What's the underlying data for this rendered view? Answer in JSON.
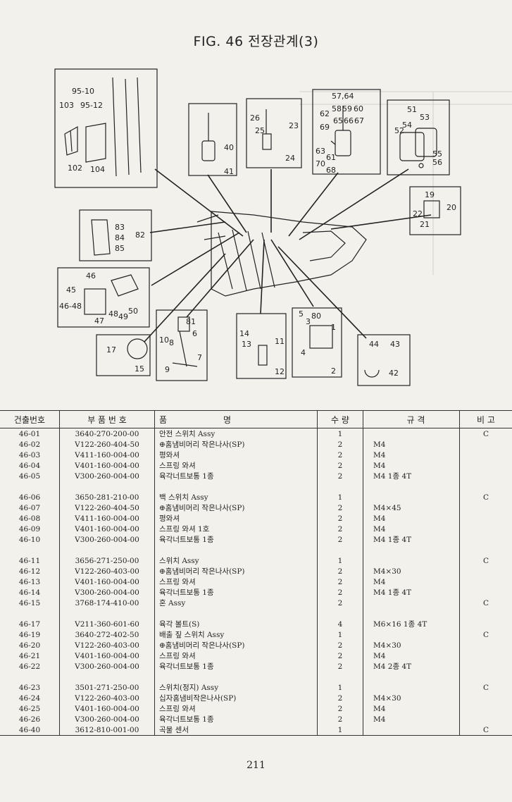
{
  "title": "FIG. 46 전장관계(3)",
  "callouts": {
    "a": [
      "95-10",
      "103",
      "95-12",
      "102",
      "104"
    ],
    "b": [
      "40",
      "41"
    ],
    "c": [
      "26",
      "25",
      "23",
      "24"
    ],
    "d": [
      "57,64",
      "58",
      "59",
      "60",
      "62",
      "65",
      "66",
      "67",
      "69",
      "63",
      "61",
      "70",
      "68"
    ],
    "e": [
      "51",
      "53",
      "52",
      "54",
      "55",
      "56"
    ],
    "f": [
      "19",
      "22",
      "20",
      "21"
    ],
    "g": [
      "83",
      "84",
      "85",
      "82"
    ],
    "h": [
      "46",
      "45",
      "46-48",
      "47",
      "48",
      "49",
      "50"
    ],
    "i": [
      "17",
      "15"
    ],
    "j": [
      "81",
      "10",
      "8",
      "6",
      "9",
      "7"
    ],
    "k": [
      "14",
      "13",
      "11",
      "12"
    ],
    "l": [
      "5",
      "3",
      "80",
      "1",
      "4",
      "2"
    ],
    "m": [
      "44",
      "43",
      "42"
    ]
  },
  "table": {
    "headers": [
      "건출번호",
      "부 품 번 호",
      "품",
      "명",
      "수 량",
      "규 격",
      "비 고"
    ],
    "groups": [
      [
        {
          "no": "46-01",
          "pn": "3640-270-200-00",
          "name": "안전 스위치 Assy",
          "qty": "1",
          "spec": "",
          "note": "C"
        },
        {
          "no": "46-02",
          "pn": "V122-260-404-50",
          "name": "⊕홈냄비머리 작은나사(SP)",
          "qty": "2",
          "spec": "M4",
          "note": ""
        },
        {
          "no": "46-03",
          "pn": "V411-160-004-00",
          "name": "평와셔",
          "qty": "2",
          "spec": "M4",
          "note": ""
        },
        {
          "no": "46-04",
          "pn": "V401-160-004-00",
          "name": "스프링 와셔",
          "qty": "2",
          "spec": "M4",
          "note": ""
        },
        {
          "no": "46-05",
          "pn": "V300-260-004-00",
          "name": "육각너트보통 1종",
          "qty": "2",
          "spec": "M4 1종 4T",
          "note": ""
        }
      ],
      [
        {
          "no": "46-06",
          "pn": "3650-281-210-00",
          "name": "백 스위치 Assy",
          "qty": "1",
          "spec": "",
          "note": "C"
        },
        {
          "no": "46-07",
          "pn": "V122-260-404-50",
          "name": "⊕홈냄비머리 작은나사(SP)",
          "qty": "2",
          "spec": "M4×45",
          "note": ""
        },
        {
          "no": "46-08",
          "pn": "V411-160-004-00",
          "name": "평와셔",
          "qty": "2",
          "spec": "M4",
          "note": ""
        },
        {
          "no": "46-09",
          "pn": "V401-160-004-00",
          "name": "스프링 와셔 1호",
          "qty": "2",
          "spec": "M4",
          "note": ""
        },
        {
          "no": "46-10",
          "pn": "V300-260-004-00",
          "name": "육각너트보통 1종",
          "qty": "2",
          "spec": "M4 1종 4T",
          "note": ""
        }
      ],
      [
        {
          "no": "46-11",
          "pn": "3656-271-250-00",
          "name": "스위치 Assy",
          "qty": "1",
          "spec": "",
          "note": "C"
        },
        {
          "no": "46-12",
          "pn": "V122-260-403-00",
          "name": "⊕홈냄비머리 작은나사(SP)",
          "qty": "2",
          "spec": "M4×30",
          "note": ""
        },
        {
          "no": "46-13",
          "pn": "V401-160-004-00",
          "name": "스프링 와셔",
          "qty": "2",
          "spec": "M4",
          "note": ""
        },
        {
          "no": "46-14",
          "pn": "V300-260-004-00",
          "name": "육각너트보통 1종",
          "qty": "2",
          "spec": "M4 1종 4T",
          "note": ""
        },
        {
          "no": "46-15",
          "pn": "3768-174-410-00",
          "name": "혼 Assy",
          "qty": "2",
          "spec": "",
          "note": "C"
        }
      ],
      [
        {
          "no": "46-17",
          "pn": "V211-360-601-60",
          "name": "육각 볼트(S)",
          "qty": "4",
          "spec": "M6×16 1종 4T",
          "note": ""
        },
        {
          "no": "46-19",
          "pn": "3640-272-402-50",
          "name": "배출 짚 스위치 Assy",
          "qty": "1",
          "spec": "",
          "note": "C"
        },
        {
          "no": "46-20",
          "pn": "V122-260-403-00",
          "name": "⊕홈냄비머리 작은나사(SP)",
          "qty": "2",
          "spec": "M4×30",
          "note": ""
        },
        {
          "no": "46-21",
          "pn": "V401-160-004-00",
          "name": "스프링 와셔",
          "qty": "2",
          "spec": "M4",
          "note": ""
        },
        {
          "no": "46-22",
          "pn": "V300-260-004-00",
          "name": "육각너트보통 1종",
          "qty": "2",
          "spec": "M4 2종 4T",
          "note": ""
        }
      ],
      [
        {
          "no": "46-23",
          "pn": "3501-271-250-00",
          "name": "스위치(정지) Assy",
          "qty": "1",
          "spec": "",
          "note": "C"
        },
        {
          "no": "46-24",
          "pn": "V122-260-403-00",
          "name": "십자홈냄비작은나사(SP)",
          "qty": "2",
          "spec": "M4×30",
          "note": ""
        },
        {
          "no": "46-25",
          "pn": "V401-160-004-00",
          "name": "스프링 와셔",
          "qty": "2",
          "spec": "M4",
          "note": ""
        },
        {
          "no": "46-26",
          "pn": "V300-260-004-00",
          "name": "육각너트보통 1종",
          "qty": "2",
          "spec": "M4",
          "note": ""
        },
        {
          "no": "46-40",
          "pn": "3612-810-001-00",
          "name": "곡물 센서",
          "qty": "1",
          "spec": "",
          "note": "C"
        }
      ]
    ]
  },
  "page_number": "211"
}
